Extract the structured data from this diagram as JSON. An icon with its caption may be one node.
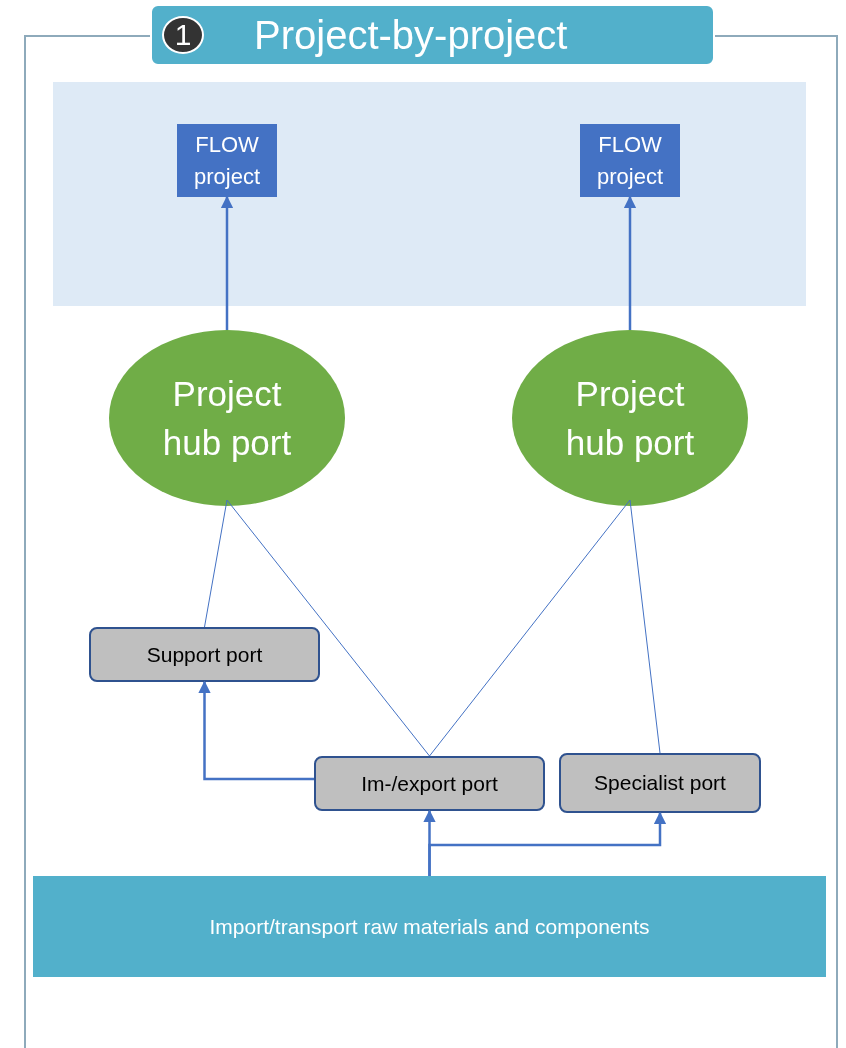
{
  "diagram": {
    "title": "Project-by-project",
    "nodes": [
      {
        "text": [],
        "shape": "box"
      },
      {
        "text": [
          "FLOW project"
        ],
        "in": 0
      },
      {
        "text": [
          "FLOW project"
        ],
        "in": 0
      },
      {
        "text": [
          "Project hub port"
        ]
      },
      {
        "text": [
          "Project hub port"
        ]
      },
      {
        "text": [
          "Support port"
        ]
      },
      {
        "text": [
          "Im-/export port"
        ]
      },
      {
        "text": [
          "Specialist port"
        ]
      },
      {
        "text": [
          "Import/transport raw materials and components"
        ]
      }
    ],
    "edges": [
      {
        "from": 3,
        "to": 1,
        "arrow": "to"
      },
      {
        "from": 4,
        "to": 2,
        "arrow": "to"
      },
      {
        "from": 5,
        "to": 3,
        "arrow": "none"
      },
      {
        "from": 6,
        "to": 3,
        "arrow": "none"
      },
      {
        "from": 6,
        "to": 4,
        "arrow": "none"
      },
      {
        "from": 7,
        "to": 4,
        "arrow": "none"
      },
      {
        "from": 6,
        "to": 5,
        "arrow": "to"
      },
      {
        "from": 8,
        "to": 6,
        "arrow": "to"
      },
      {
        "from": 8,
        "to": 7,
        "arrow": "to"
      }
    ],
    "labels": [
      "1"
    ]
  }
}
